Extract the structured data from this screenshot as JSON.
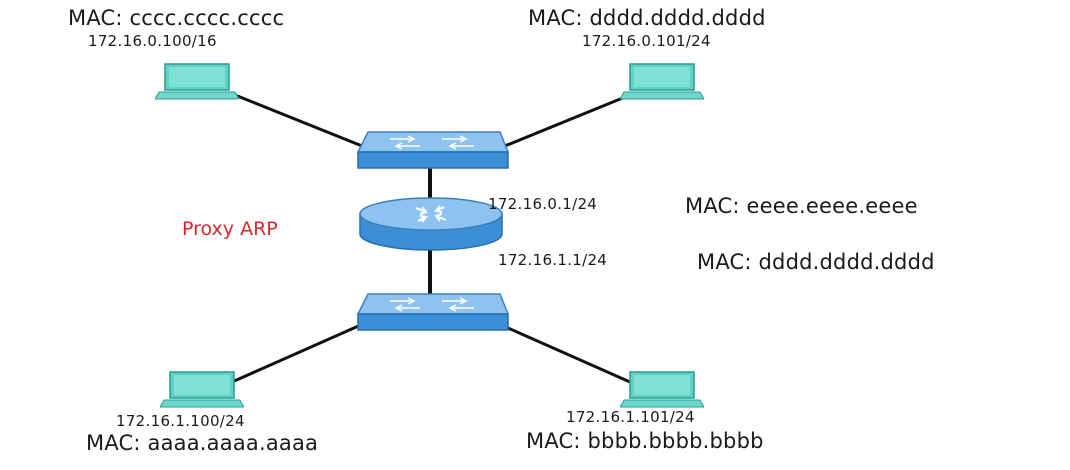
{
  "top_left_host": {
    "mac": "MAC: cccc.cccc.cccc",
    "ip": "172.16.0.100/16"
  },
  "top_right_host": {
    "mac": "MAC: dddd.dddd.dddd",
    "ip": "172.16.0.101/24"
  },
  "router": {
    "proxy_label": "Proxy ARP",
    "upper_ip": "172.16.0.1/24",
    "upper_mac": "MAC: eeee.eeee.eeee",
    "lower_ip": "172.16.1.1/24",
    "lower_mac": "MAC: dddd.dddd.dddd"
  },
  "bottom_left_host": {
    "ip": "172.16.1.100/24",
    "mac": "MAC: aaaa.aaaa.aaaa"
  },
  "bottom_right_host": {
    "ip": "172.16.1.101/24",
    "mac": "MAC: bbbb.bbbb.bbbb"
  },
  "colors": {
    "device_blue": "#3a8fd6",
    "host_screen": "#5fd1c5",
    "proxy_label": "#d42a2a",
    "link": "#111111"
  }
}
